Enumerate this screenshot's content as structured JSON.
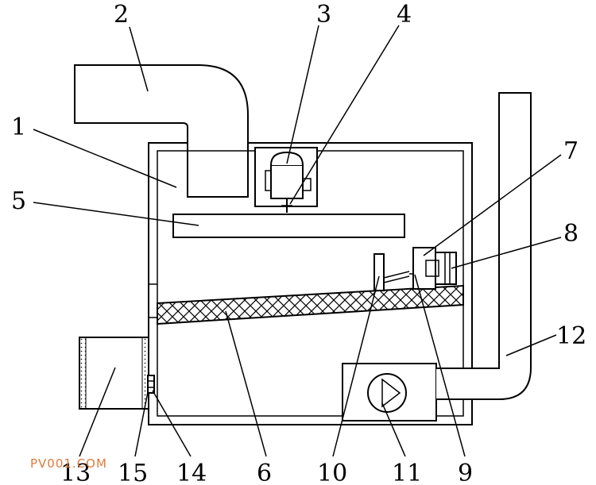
{
  "diagram": {
    "labels": [
      "1",
      "2",
      "3",
      "4",
      "5",
      "6",
      "7",
      "8",
      "9",
      "10",
      "11",
      "12",
      "13",
      "14",
      "15"
    ],
    "watermark": "PV001.COM",
    "colors": {
      "line": "#000000",
      "background": "#ffffff",
      "watermark": "#e07a3a"
    }
  }
}
